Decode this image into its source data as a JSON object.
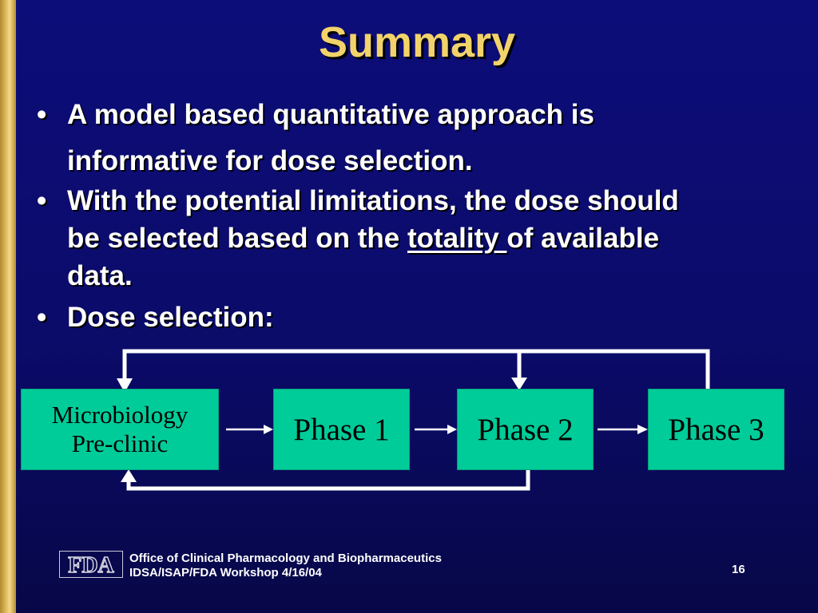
{
  "title": "Summary",
  "bullets": [
    {
      "line1": "A model based quantitative approach is",
      "line2": "informative for dose selection."
    },
    {
      "line1": "With the potential limitations, the dose should",
      "line2_before": "be selected based on the ",
      "line2_underlined": "totality ",
      "line2_after": "of available",
      "line3": "data."
    },
    {
      "line1": "Dose selection:"
    }
  ],
  "bullet_glyph": "•",
  "diagram": {
    "box_color": "#00cc99",
    "boxes": {
      "micro_line1": "Microbiology",
      "micro_line2": "Pre-clinic",
      "phase1": "Phase 1",
      "phase2": "Phase 2",
      "phase3": "Phase 3"
    }
  },
  "footer": {
    "logo_text": "FDA",
    "line1": "Office of Clinical Pharmacology and Biopharmaceutics",
    "line2": "IDSA/ISAP/FDA Workshop 4/16/04",
    "page_number": "16"
  }
}
